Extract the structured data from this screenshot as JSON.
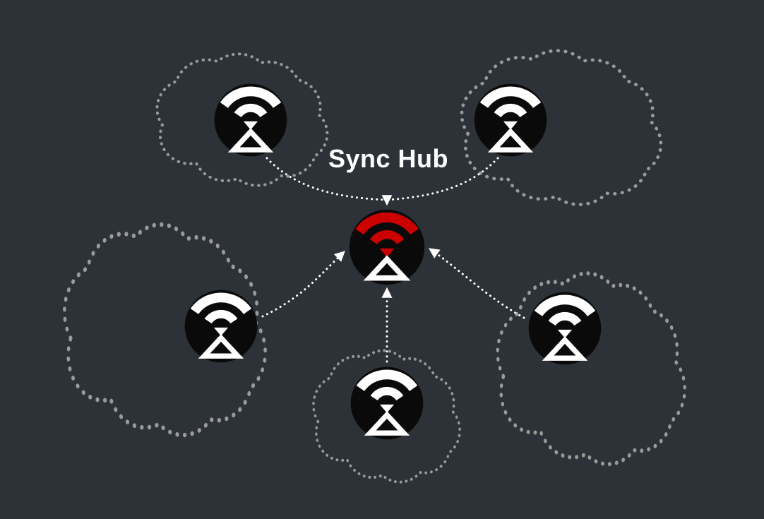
{
  "diagram": {
    "title": "Sync Hub",
    "hub": {
      "id": "sync-hub",
      "icon": "sync-hub-icon"
    },
    "peers": [
      {
        "id": "peer-top-left",
        "icon": "sync-node-icon"
      },
      {
        "id": "peer-top-right",
        "icon": "sync-node-icon"
      },
      {
        "id": "peer-mid-left",
        "icon": "sync-node-icon"
      },
      {
        "id": "peer-bottom-center",
        "icon": "sync-node-icon"
      },
      {
        "id": "peer-right",
        "icon": "sync-node-icon"
      }
    ],
    "colors": {
      "background": "#2c3237",
      "cloud_outline": "#9a9a9a",
      "arrow": "#ffffff",
      "node_fill": "#0a0a0a",
      "icon": "#ffffff",
      "hub_accent": "#cc0000"
    }
  }
}
